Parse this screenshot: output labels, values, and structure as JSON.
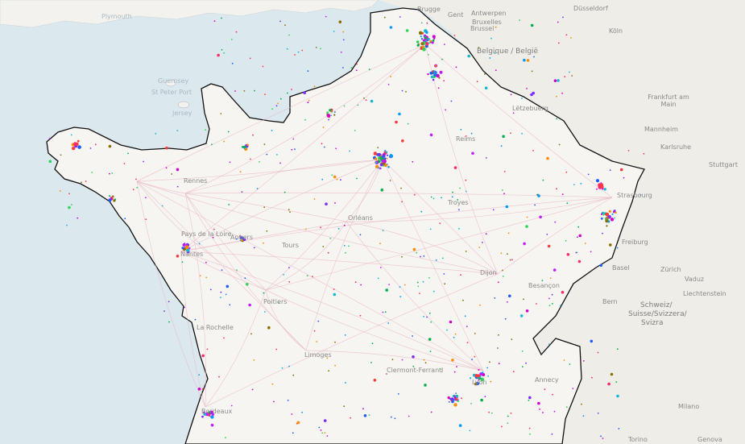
{
  "map": {
    "colors": {
      "sea": "#dbe8ee",
      "land": "#f6f5f1",
      "border": "#111111",
      "roads": "#e9b7c7"
    },
    "labels": {
      "brugge": "Brugge",
      "antwerpen": "Antwerpen",
      "gent": "Gent",
      "brussel": "Bruxelles",
      "brussel2": "Brussel",
      "dusseldorf": "Düsseldorf",
      "koln": "Köln",
      "belgique": "Belgique / België",
      "luxembourg": "Lëtzebuerg",
      "frankfurt": "Frankfurt am Main",
      "mannheim": "Mannheim",
      "karlsruhe": "Karlsruhe",
      "stuttgart": "Stuttgart",
      "strasbourg": "Strasbourg",
      "freiburg": "Freiburg",
      "schweiz": "Schweiz/",
      "suisse": "Suisse/Svizzera/",
      "svizra": "Svizra",
      "liechtenstein": "Liechtenstein",
      "bern": "Bern",
      "zurich": "Zürich",
      "milano": "Milano",
      "torino": "Torino",
      "genova": "Genova",
      "guernsey": "Guernsey",
      "stpeter": "St Peter Port",
      "jersey": "Jersey",
      "plymouth": "Plymouth",
      "rennes": "Rennes",
      "nantes": "Nantes",
      "angers": "Angers",
      "tours": "Tours",
      "orleans": "Orléans",
      "poitiers": "Poitiers",
      "larochelle": "La Rochelle",
      "limoges": "Limoges",
      "bordeaux": "Bordeaux",
      "clermont": "Clermont-Ferrand",
      "dijon": "Dijon",
      "besancon": "Besançon",
      "troyes": "Troyes",
      "reims": "Reims",
      "annecy": "Annecy",
      "lyon": "Lyon",
      "paysdelaloire": "Pays de la Loire",
      "vaduz": "Vaduz",
      "basel": "Basel"
    }
  }
}
